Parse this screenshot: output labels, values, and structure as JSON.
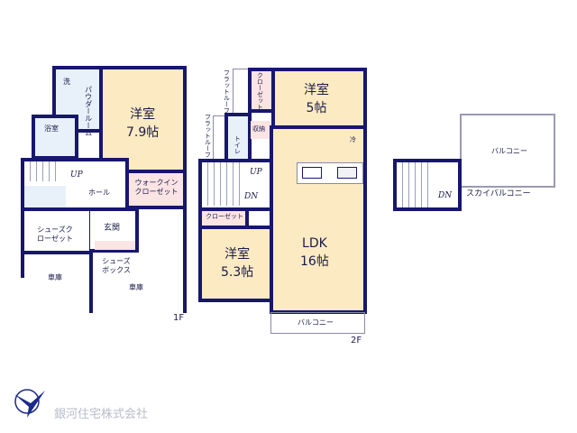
{
  "floor1": {
    "label": "1F",
    "rooms": {
      "western": "洋室",
      "western_size": "7.9帖",
      "powder": "パウダールーム",
      "wash": "洗",
      "bath": "浴室",
      "hall": "ホール",
      "walkin": "ウォークインクローゼット",
      "shoe_closet": "シューズクローゼット",
      "entrance": "玄関",
      "shoe_box": "シューズボックス",
      "garage1": "車庫",
      "garage2": "車庫",
      "up": "UP"
    }
  },
  "floor2": {
    "label": "2F",
    "rooms": {
      "closet1": "クローゼット",
      "western1": "洋室",
      "western1_size": "5帖",
      "storage": "収納",
      "toilet": "トイレ",
      "fridge": "冷",
      "ldk": "LDK",
      "ldk_size": "16帖",
      "closet2": "クローゼット",
      "western2": "洋室",
      "western2_size": "5.3帖",
      "balcony": "バルコニー",
      "flat_roof1": "フラットルーフ",
      "flat_roof2": "フラットルーフ",
      "up": "UP",
      "dn": "DN"
    }
  },
  "sky": {
    "balcony": "バルコニー",
    "label": "スカイバルコニー",
    "dn": "DN"
  },
  "logo": {
    "company": "銀河住宅株式会社"
  },
  "colors": {
    "wall": "#17176e",
    "room": "#fbeac2",
    "wet": "#e8f1fa",
    "closet": "#fbe4e4"
  }
}
